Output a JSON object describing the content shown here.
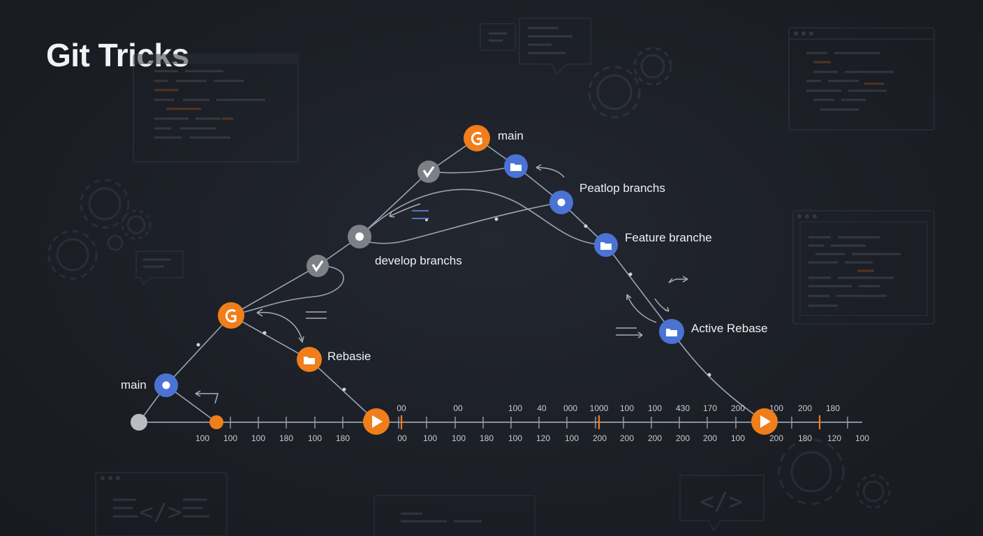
{
  "title": "Git Tricks",
  "colors": {
    "orange": "#f07e1a",
    "blue": "#4a73d4",
    "gray": "#8b8e94",
    "line": "#9aa4b6",
    "bg": "#1b1e25"
  },
  "labels": {
    "main_top": "main",
    "peatlop": "Peatlop branchs",
    "feature": "Feature branche",
    "develop": "develop branchs",
    "active_rebase": "Active Rebase",
    "rebasie": "Rebasie",
    "main_left": "main"
  },
  "icons": {
    "main_top": "git-icon",
    "checkmark_upper": "check-icon",
    "folder_top": "folder-icon",
    "commit_blue": "commit-dot-icon",
    "folder_feature": "folder-icon",
    "develop_commit": "commit-dot-icon",
    "checkmark_lower": "check-icon",
    "git_lower": "git-icon",
    "rebasie_folder": "folder-icon",
    "main_left_commit": "commit-dot-icon",
    "active_rebase_folder": "folder-icon",
    "play_left": "play-icon",
    "play_right": "play-icon"
  },
  "timeline": {
    "top_ticks": [
      "00",
      "00",
      "100",
      "40",
      "000",
      "1000",
      "100",
      "100",
      "430",
      "170",
      "200",
      "100",
      "200",
      "180"
    ],
    "bottom_ticks": [
      "100",
      "100",
      "100",
      "180",
      "100",
      "180",
      "00",
      "100",
      "100",
      "180",
      "100",
      "120",
      "100",
      "200",
      "200",
      "200",
      "200",
      "200",
      "100",
      "200",
      "180",
      "120",
      "100"
    ]
  }
}
